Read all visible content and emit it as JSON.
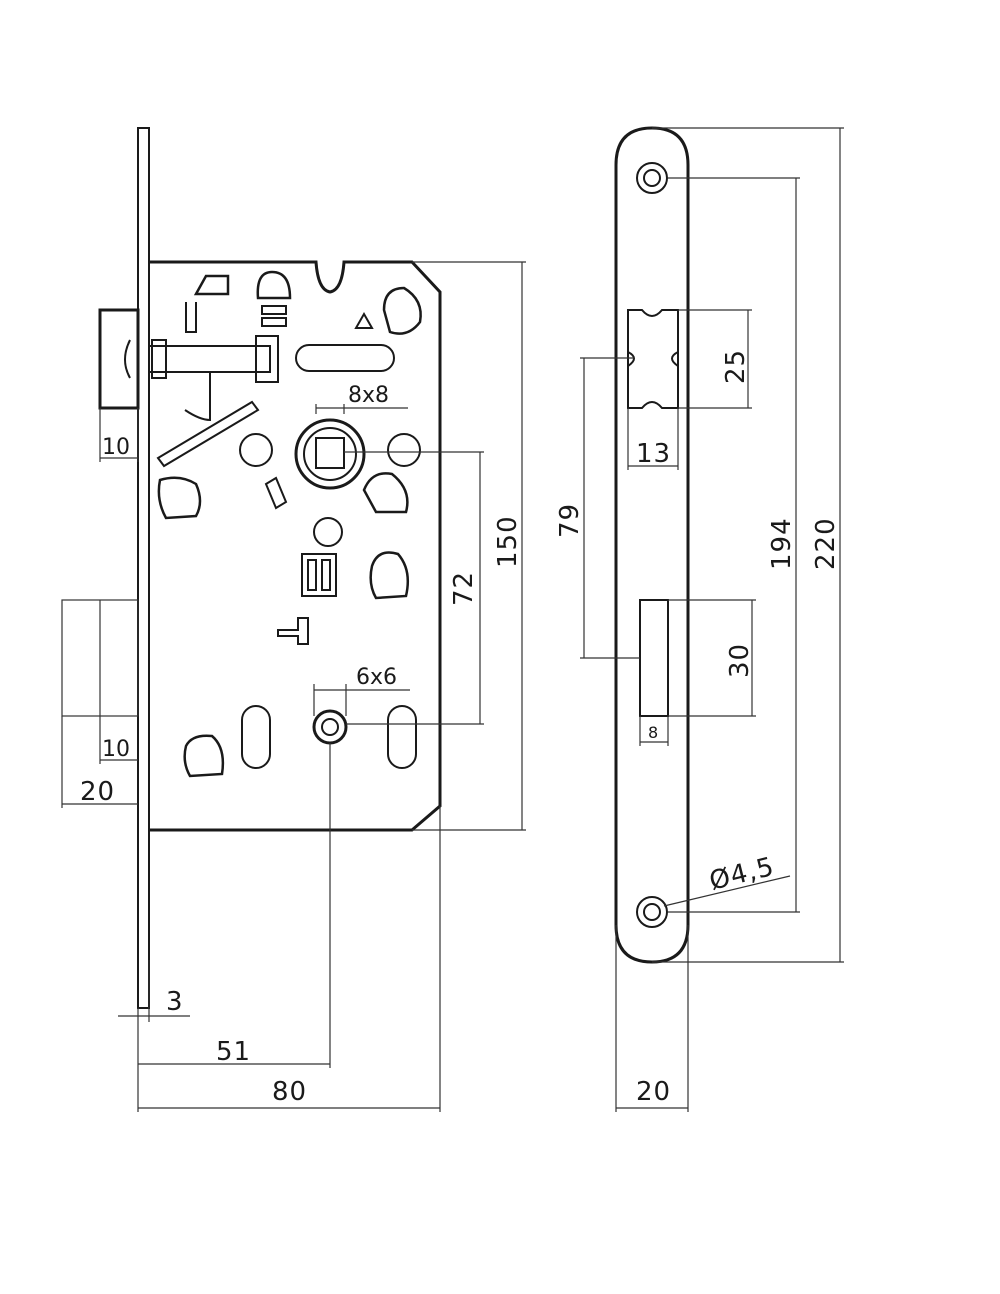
{
  "dimensions": {
    "latch_depth": "10",
    "deadbolt_depth": "10",
    "deadbolt_length": "20",
    "faceplate_thickness": "3",
    "backset": "51",
    "case_width": "80",
    "follower_square": "8x8",
    "turn_square": "6x6",
    "centre_distance": "72",
    "case_height": "150",
    "latch_width": "13",
    "latch_height": "25",
    "latch_to_bolt": "79",
    "bolt_height": "30",
    "bolt_width": "8",
    "screw_hole": "Ø4,5",
    "screw_spacing": "194",
    "faceplate_height": "220",
    "faceplate_width": "20"
  }
}
